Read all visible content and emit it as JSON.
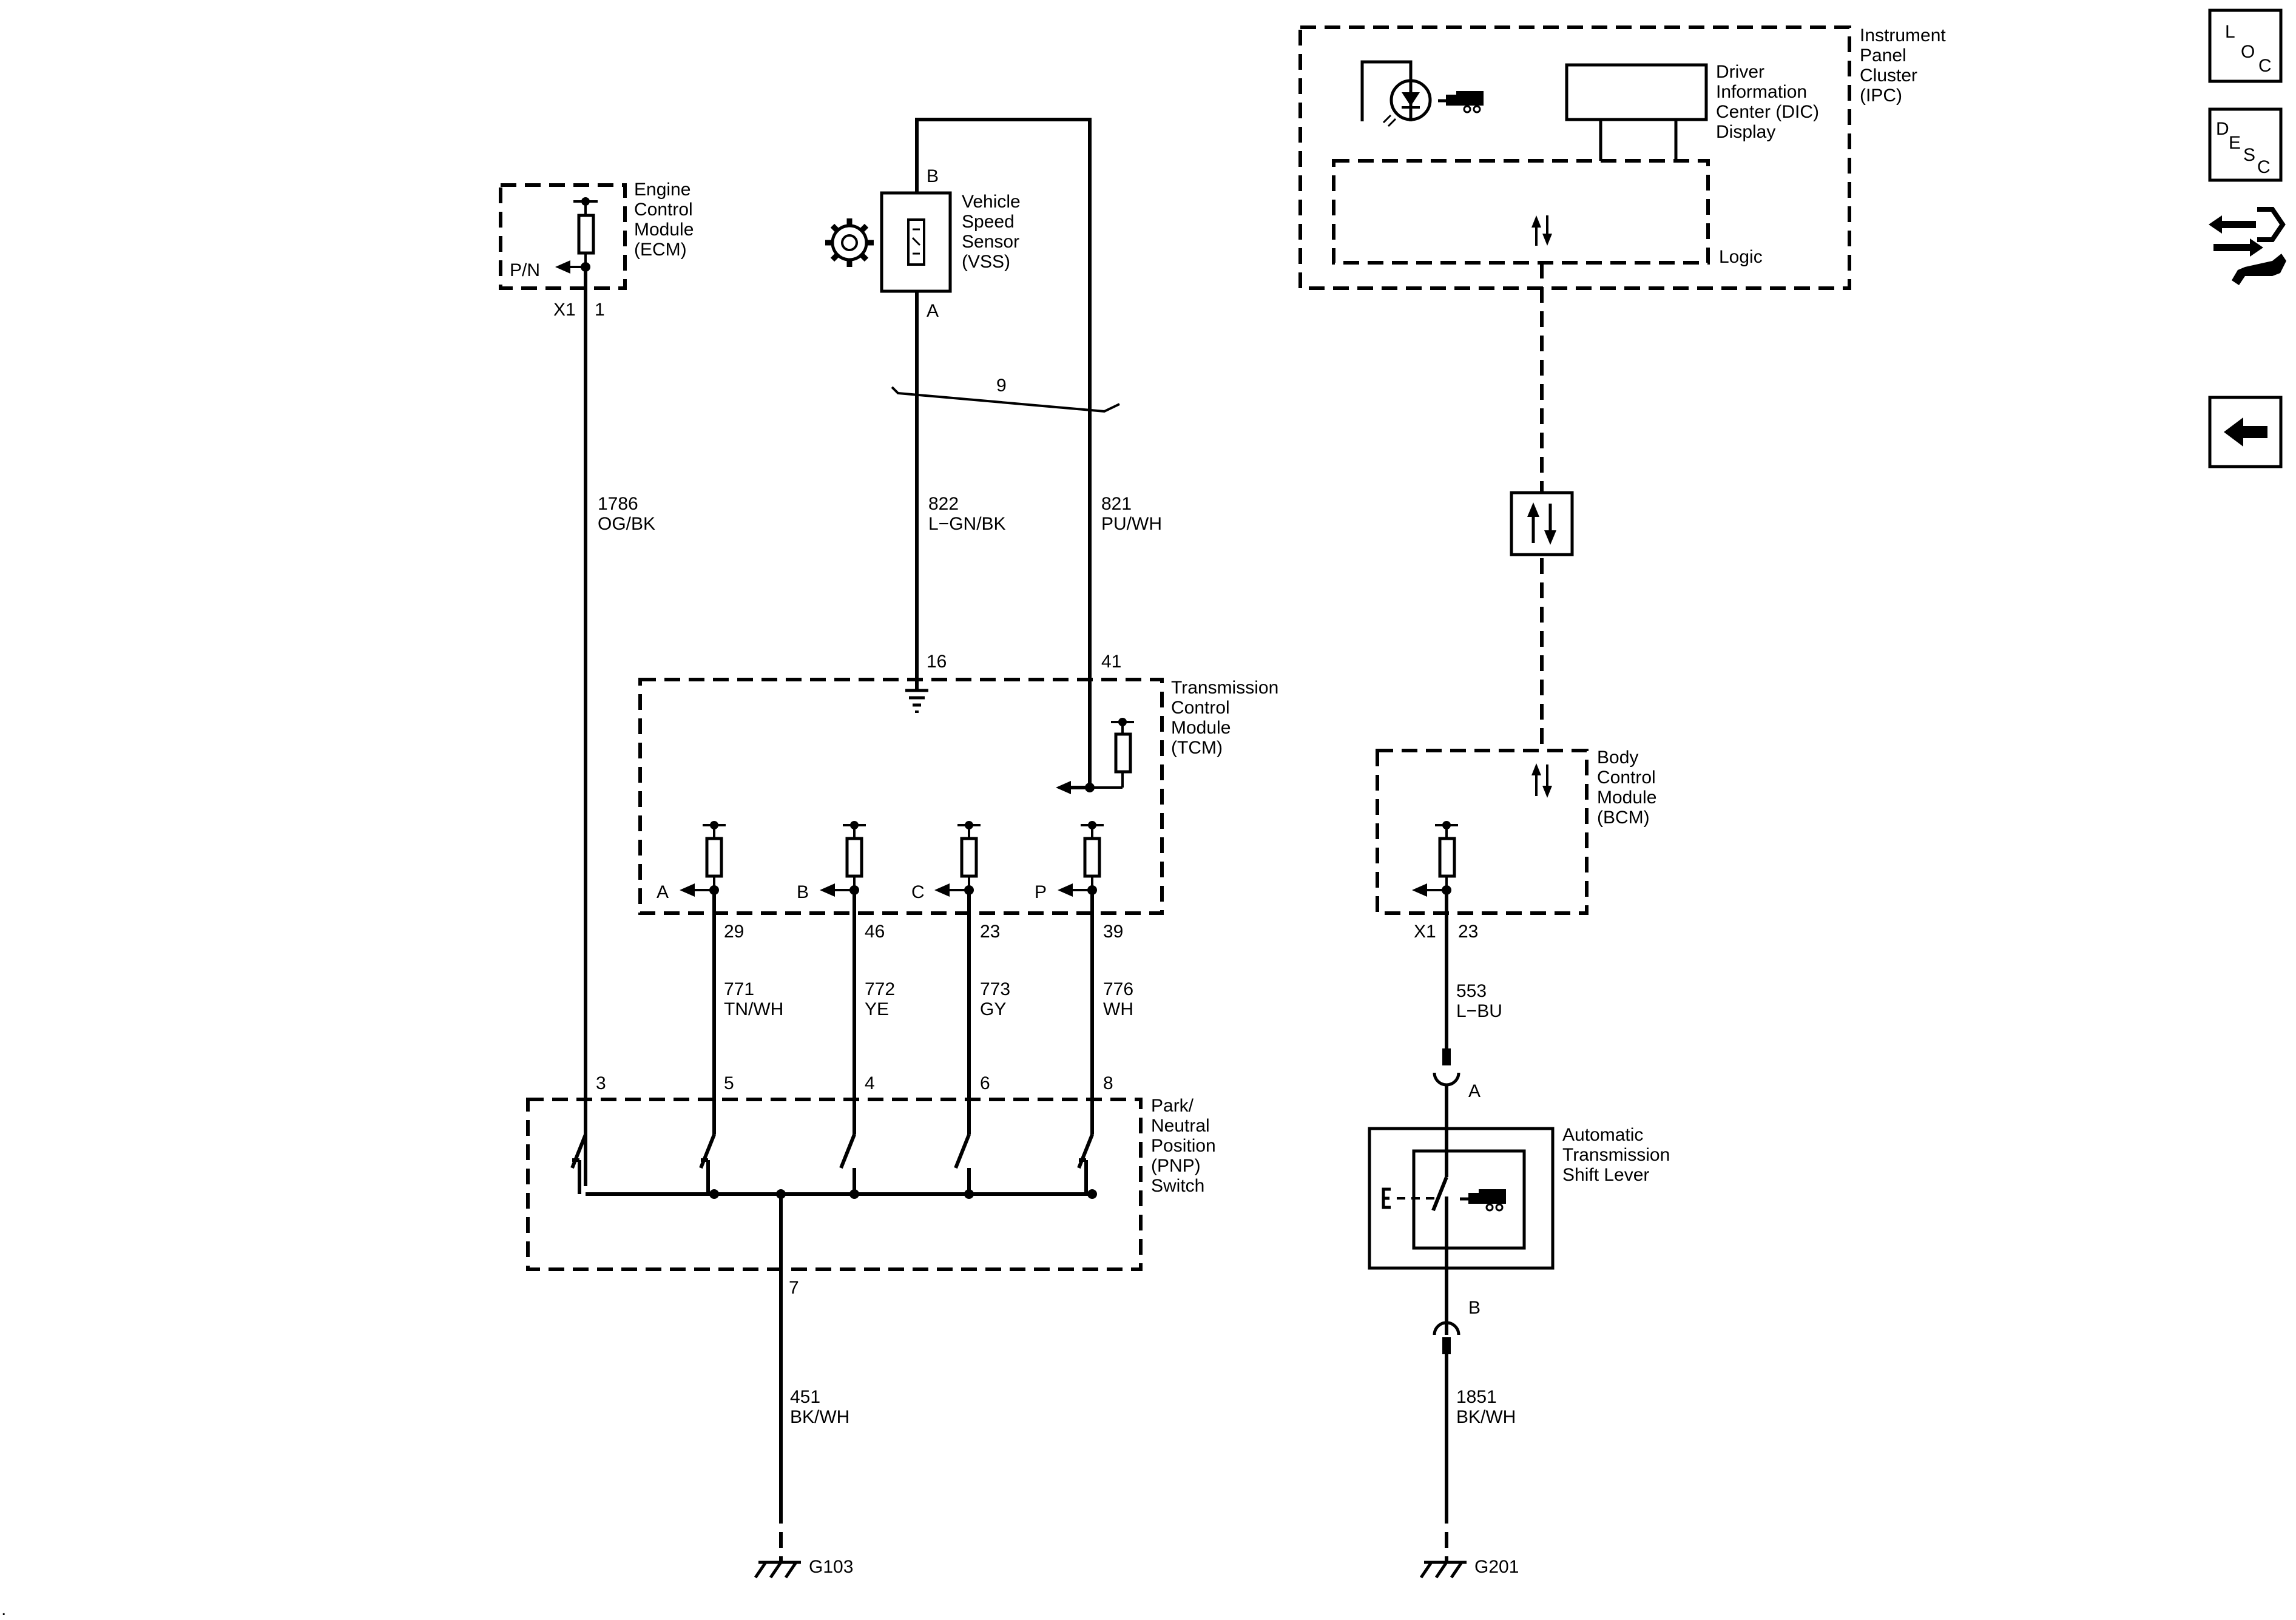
{
  "modules": {
    "ecm": [
      "Engine",
      "Control",
      "Module",
      "(ECM)"
    ],
    "vss": [
      "Vehicle",
      "Speed",
      "Sensor",
      "(VSS)"
    ],
    "ipc": [
      "Instrument",
      "Panel",
      "Cluster",
      "(IPC)"
    ],
    "dic": [
      "Driver",
      "Information",
      "Center (DIC)",
      "Display"
    ],
    "ipc_logic": "Logic",
    "tcm": [
      "Transmission",
      "Control",
      "Module",
      "(TCM)"
    ],
    "bcm": [
      "Body",
      "Control",
      "Module",
      "(BCM)"
    ],
    "pnp": [
      "Park/",
      "Neutral",
      "Position",
      "(PNP)",
      "Switch"
    ],
    "shift_lever": [
      "Automatic",
      "Transmission",
      "Shift Lever"
    ]
  },
  "ecm_signal": "P/N",
  "ecm_connector": "X1",
  "ecm_pin": "1",
  "vss_pins": [
    "B",
    "A"
  ],
  "twist_label": "9",
  "tcm_pins": [
    "16",
    "41",
    "29",
    "46",
    "23",
    "39"
  ],
  "tcm_signals": [
    "A",
    "B",
    "C",
    "P"
  ],
  "bcm_connector": "X1",
  "bcm_pin": "23",
  "pnp_pins": [
    "3",
    "5",
    "4",
    "6",
    "8",
    "7"
  ],
  "shift_lever_pins": [
    "A",
    "B"
  ],
  "wires": [
    {
      "circuit": "1786",
      "color": "OG/BK"
    },
    {
      "circuit": "822",
      "color": "L−GN/BK"
    },
    {
      "circuit": "821",
      "color": "PU/WH"
    },
    {
      "circuit": "771",
      "color": "TN/WH"
    },
    {
      "circuit": "772",
      "color": "YE"
    },
    {
      "circuit": "773",
      "color": "GY"
    },
    {
      "circuit": "776",
      "color": "WH"
    },
    {
      "circuit": "451",
      "color": "BK/WH"
    },
    {
      "circuit": "553",
      "color": "L−BU"
    },
    {
      "circuit": "1851",
      "color": "BK/WH"
    }
  ],
  "grounds": [
    "G103",
    "G201"
  ],
  "nav_buttons": {
    "loc": [
      "L",
      "O",
      "C"
    ],
    "desc": [
      "D",
      "E",
      "S",
      "C"
    ],
    "back_icon": "left-arrow-icon",
    "connector_icon": "connector-wrench-icon"
  }
}
